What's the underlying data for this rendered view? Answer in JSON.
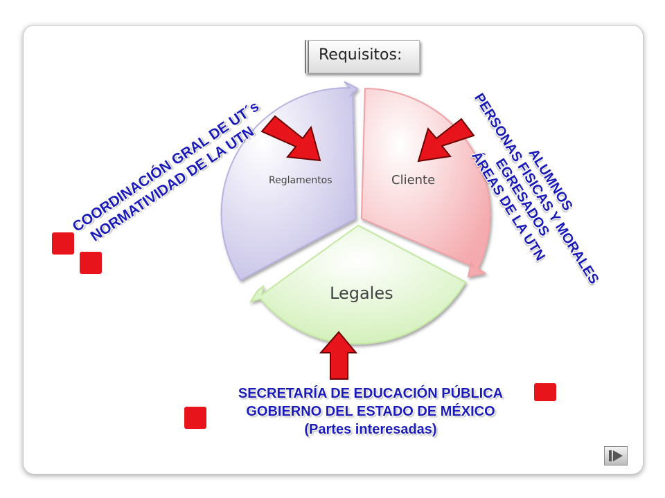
{
  "title": "Requisitos:",
  "cycle": {
    "segments": [
      {
        "label": "Reglamentos",
        "color": "#ccc8ea"
      },
      {
        "label": "Cliente",
        "color": "#f6b7ba"
      },
      {
        "label": "Legales",
        "color": "#d6f0bc"
      }
    ]
  },
  "left_text": {
    "line1": "COORDINACIÓN GRAL DE UT´s",
    "line2": "NORMATIVIDAD  DE LA UTN"
  },
  "right_text": {
    "lines": [
      "ALUMNOS",
      "PERSONAS FISICAS Y MORALES",
      "EGRESADOS",
      "ÁREAS DE LA UTN"
    ]
  },
  "bottom_text": {
    "lines": [
      "SECRETARÍA DE EDUCACIÓN PÚBLICA",
      "GOBIERNO DEL ESTADO DE MÉXICO",
      "(Partes interesadas)"
    ]
  },
  "colors": {
    "accent_red": "#e8141b",
    "label_blue": "#1a1ab8"
  },
  "icons": {
    "nav": "play-next-icon"
  }
}
